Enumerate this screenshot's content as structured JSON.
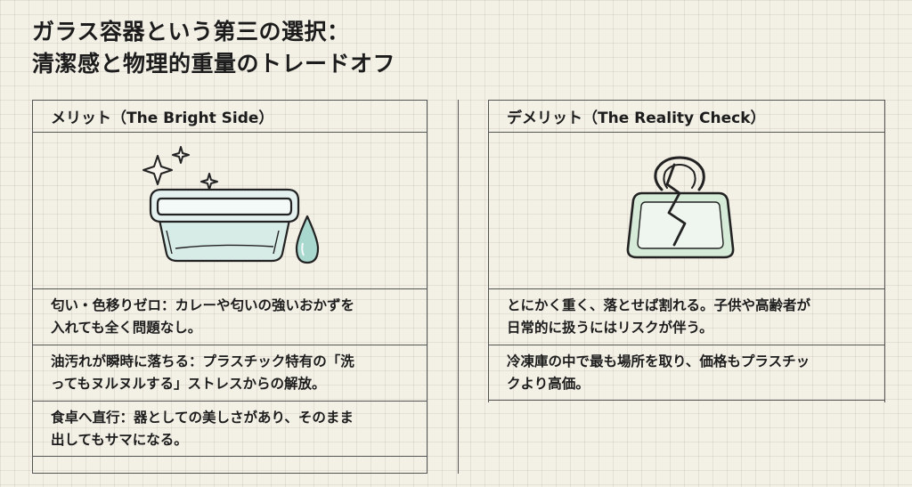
{
  "title": {
    "line1": "ガラス容器という第三の選択：",
    "line2": "清潔感と物理的重量のトレードオフ"
  },
  "merit": {
    "header": "メリット（The Bright Side）",
    "illustration_icon": "sparkling-glass-container-with-water-drop",
    "items": [
      {
        "line1": "匂い・色移りゼロ：カレーや匂いの強いおかずを",
        "line2": "入れても全く問題なし。"
      },
      {
        "line1": "油汚れが瞬時に落ちる：プラスチック特有の「洗",
        "line2": "ってもヌルヌルする」ストレスからの解放。"
      },
      {
        "line1": "食卓へ直行：器としての美しさがあり、そのまま",
        "line2": "出してもサマになる。"
      }
    ]
  },
  "demerit": {
    "header": "デメリット（The Reality Check）",
    "illustration_icon": "cracked-weight-icon",
    "items": [
      {
        "line1": "とにかく重く、落とせば割れる。子供や高齢者が",
        "line2": "日常的に扱うにはリスクが伴う。"
      },
      {
        "line1": "冷凍庫の中で最も場所を取り、価格もプラスチッ",
        "line2": "クより高価。"
      }
    ]
  },
  "colors": {
    "background": "#f3f0e6",
    "line": "#555555",
    "glass_tint": "#cfe8e4",
    "drop": "#a9d8cf",
    "weight_fill": "#d6ecd8"
  }
}
